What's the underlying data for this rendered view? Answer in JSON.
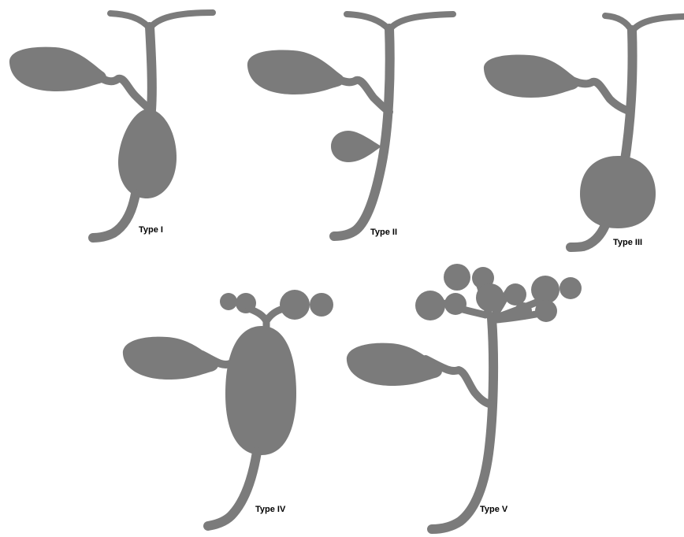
{
  "diagram": {
    "panels": [
      {
        "id": "type-1",
        "label": "Type I"
      },
      {
        "id": "type-2",
        "label": "Type II"
      },
      {
        "id": "type-3",
        "label": "Type III"
      },
      {
        "id": "type-4",
        "label": "Type IV"
      },
      {
        "id": "type-5",
        "label": "Type V"
      }
    ],
    "colors": {
      "shape": "#7b7b7b",
      "background": "#ffffff",
      "label": "#000000"
    }
  }
}
